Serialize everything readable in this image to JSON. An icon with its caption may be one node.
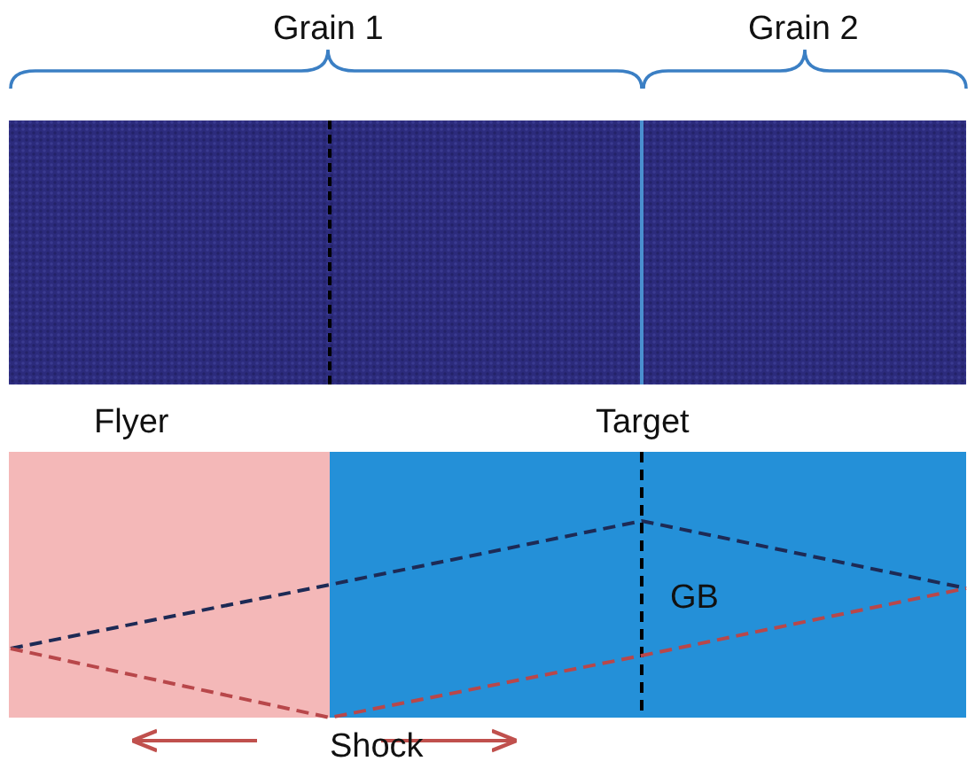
{
  "diagram": {
    "labels": [
      "Grain 1",
      "Grain 2",
      "Flyer",
      "Target",
      "GB",
      "Shock"
    ]
  }
}
